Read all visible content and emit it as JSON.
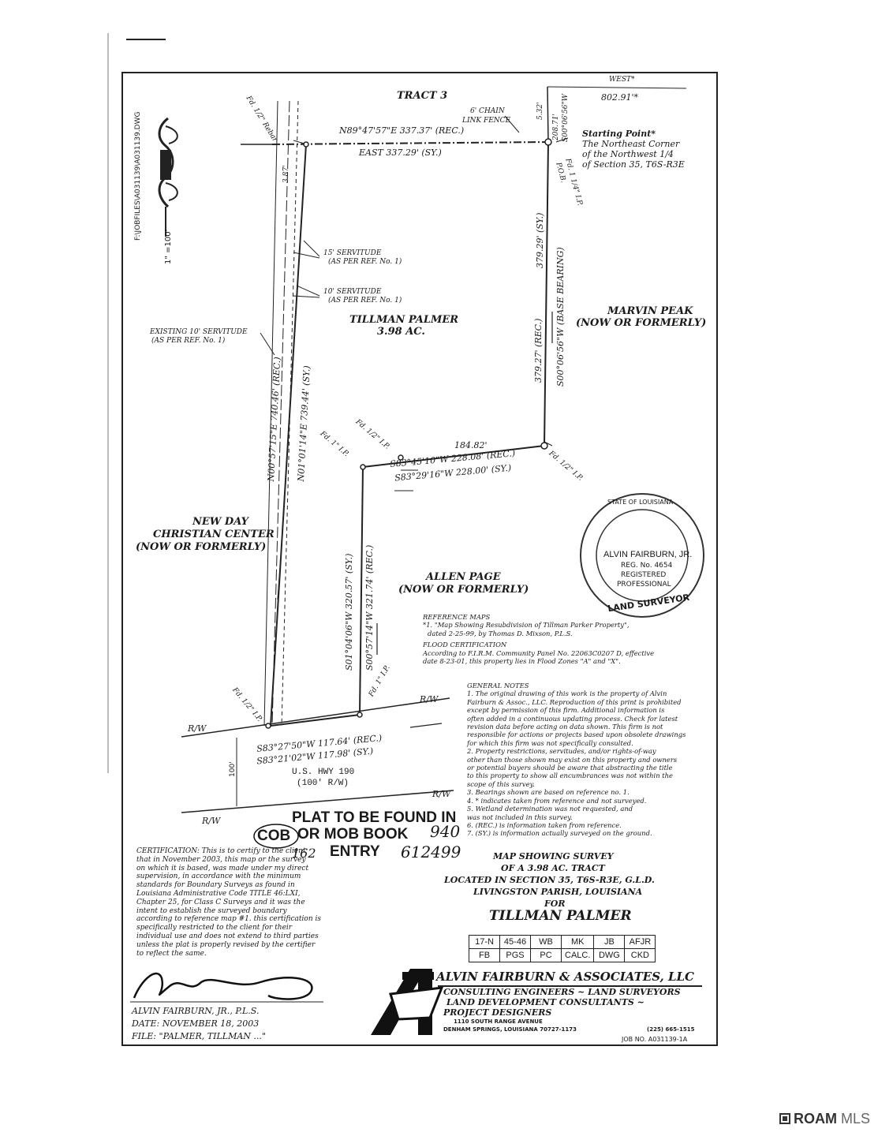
{
  "header": {
    "file_path": "F:\\JOBFILES\\A031139\\A031139.DWG",
    "scale": "1\" =100'",
    "tract3": "TRACT 3"
  },
  "bearings": {
    "north_rec": "N89°47'57\"E  337.37' (REC.)",
    "north_sy": "EAST  337.29' (SY.)",
    "west_rec": "N00°57'15\"E  740.46' (REC.)",
    "west_sy": "N01°01'14\"E  739.44' (SY.)",
    "east_rec": "379.27' (REC.)",
    "east_sy": "379.29' (SY.)",
    "east_base": "S00°06'56\"W (BASE BEARING)",
    "top_right": "S00°06'56\"W",
    "top_right_dist": "208.71'",
    "top_right_short": "5.32'",
    "west_dir": "WEST*",
    "west_dist": "802.91'*",
    "mid_dist": "184.82'",
    "mid_rec": "S83°45'10\"W 228.08' (REC.)",
    "mid_sy": "S83°29'16\"W 228.00' (SY.)",
    "inner_sy": "S01°04'06\"W  320.57' (SY.)",
    "inner_rec": "S00°57'14\"W  321.74' (REC.)",
    "south_rec": "S83°27'50\"W 117.64' (REC.)",
    "south_sy": "S83°21'02\"W 117.98' (SY.)",
    "dim_387": "3.87'",
    "dim_100": "100'"
  },
  "labels": {
    "fd_rebar": "Fd. 1/2\" Rebar",
    "fd_ip_nw": "Fd. 1/2\" I.P.",
    "fd_ip_mid": "Fd. 1\" I.P.",
    "fd_ip_east": "Fd. 1/2\" I.P.",
    "fd_ip_sw": "Fd. 1/2\" I.P.",
    "fd_ip_s": "Fd. 1\" I.P.",
    "pob": "P.O.B.",
    "fd_ne": "Fd. 1 1/4\" I.P.",
    "chain_fence_1": "6' CHAIN",
    "chain_fence_2": "LINK FENCE",
    "starting_point": "Starting Point*",
    "sp_line1": "The Northeast Corner",
    "sp_line2": "of the Northwest 1/4",
    "sp_line3": "of Section 35, T6S-R3E",
    "serv15_1": "15' SERVITUDE",
    "serv15_2": "(AS PER REF. No. 1)",
    "serv10_1": "10' SERVITUDE",
    "serv10_2": "(AS PER REF. No. 1)",
    "exist_1": "EXISTING 10' SERVITUDE",
    "exist_2": "(AS PER REF. No. 1)",
    "tillman_1": "TILLMAN PALMER",
    "tillman_2": "3.98 AC.",
    "marvin_1": "MARVIN PEAK",
    "marvin_2": "(NOW OR FORMERLY)",
    "newday_1": "NEW DAY",
    "newday_2": "CHRISTIAN CENTER",
    "newday_3": "(NOW OR FORMERLY)",
    "allen_1": "ALLEN PAGE",
    "allen_2": "(NOW OR FORMERLY)",
    "rw": "R/W",
    "hwy_1": "U.S. HWY 190",
    "hwy_2": "(100' R/W)"
  },
  "reference": {
    "ref_title": "REFERENCE MAPS",
    "ref_1": "*1. \"Map Showing Resubdivision of Tillman Parker Property\",",
    "ref_2": "dated 2-25-99, by Thomas D. Mixson, P.L.S.",
    "flood_title": "FLOOD CERTIFICATION",
    "flood_1": "According to F.I.R.M. Community Panel No. 22063C0207 D, effective",
    "flood_2": "date 8-23-01, this property lies in Flood Zones \"A\" and \"X\".",
    "gen_title": "GENERAL NOTES",
    "notes": [
      "1. The original drawing of this work is the property of Alvin",
      "Fairburn & Assoc., LLC. Reproduction of this print is prohibited",
      "except by permission of this firm. Additional information is",
      "often added in a continuous updating process. Check for latest",
      "revision data before acting on data shown. This firm is not",
      "responsible for actions or projects based upon obsolete drawings",
      "for which this firm was not specifically consulted.",
      "2. Property restrictions, servitudes, and/or rights-of-way",
      "other than those shown may exist on this property and owners",
      "or potential buyers should be aware that abstracting the title",
      "to this property to show all encumbrances was not within the",
      "scope of this survey.",
      "3. Bearings shown are based on reference no. 1.",
      "4. * indicates taken from reference and not surveyed.",
      "5. Wetland determination was not requested, and",
      "was not included in this survey.",
      "6. (REC.) is information taken from reference.",
      "7. (SY.) is information actually surveyed on the ground."
    ]
  },
  "stamp": {
    "ring_top": "STATE OF LOUISIANA",
    "name": "ALVIN FAIRBURN, JR.",
    "reg": "REG. No. 4654",
    "registered": "REGISTERED",
    "professional": "PROFESSIONAL",
    "ring_bottom": "LAND SURVEYOR"
  },
  "plat_note": {
    "line1": "PLAT TO BE FOUND IN",
    "line2_a": "COB",
    "line2_b": "OR MOB BOOK",
    "book": "940",
    "page": "162",
    "entry_label": "ENTRY",
    "entry": "612499"
  },
  "certification": [
    "CERTIFICATION: This is to certify to the client",
    "that in November 2003, this map or the survey",
    "on which it is based, was made under my direct",
    "supervision, in accordance with the minimum",
    "standards for Boundary Surveys as found in",
    "Louisiana Administrative Code TITLE 46:LXI,",
    "Chapter 25, for Class C Surveys and it was the",
    "intent to establish the surveyed boundary",
    "according to reference map #1. this certification is",
    "specifically restricted to the client for their",
    "individual use and does not extend to third parties",
    "unless the plat is properly revised by the certifier",
    "to reflect the same."
  ],
  "title": {
    "l1": "MAP SHOWING SURVEY",
    "l2": "OF A 3.98 AC. TRACT",
    "l3": "LOCATED IN SECTION 35, T6S-R3E, G.L.D.",
    "l4": "LIVINGSTON PARISH, LOUISIANA",
    "l5": "FOR",
    "l6": "TILLMAN PALMER"
  },
  "title_table": {
    "row1": [
      "17-N",
      "45-46",
      "WB",
      "MK",
      "JB",
      "AFJR"
    ],
    "row2": [
      "FB",
      "PGS",
      "PC",
      "CALC.",
      "DWG",
      "CKD"
    ]
  },
  "signature": {
    "name": "ALVIN FAIRBURN, JR., P.L.S.",
    "date": "DATE: NOVEMBER 18, 2003",
    "file": "FILE: \"PALMER, TILLMAN ...\""
  },
  "company": {
    "name": "ALVIN FAIRBURN & ASSOCIATES, LLC",
    "l1": "CONSULTING ENGINEERS ~ LAND SURVEYORS",
    "l2": "LAND DEVELOPMENT CONSULTANTS ~",
    "l3": "PROJECT DESIGNERS",
    "addr1": "1110 SOUTH RANGE AVENUE",
    "addr2": "DENHAM SPRINGS, LOUISIANA 70727-1173",
    "phone": "(225) 665-1515",
    "job": "JOB NO. A031139-1A"
  },
  "watermark": {
    "brand_a": "ROAM",
    "brand_b": "MLS"
  }
}
